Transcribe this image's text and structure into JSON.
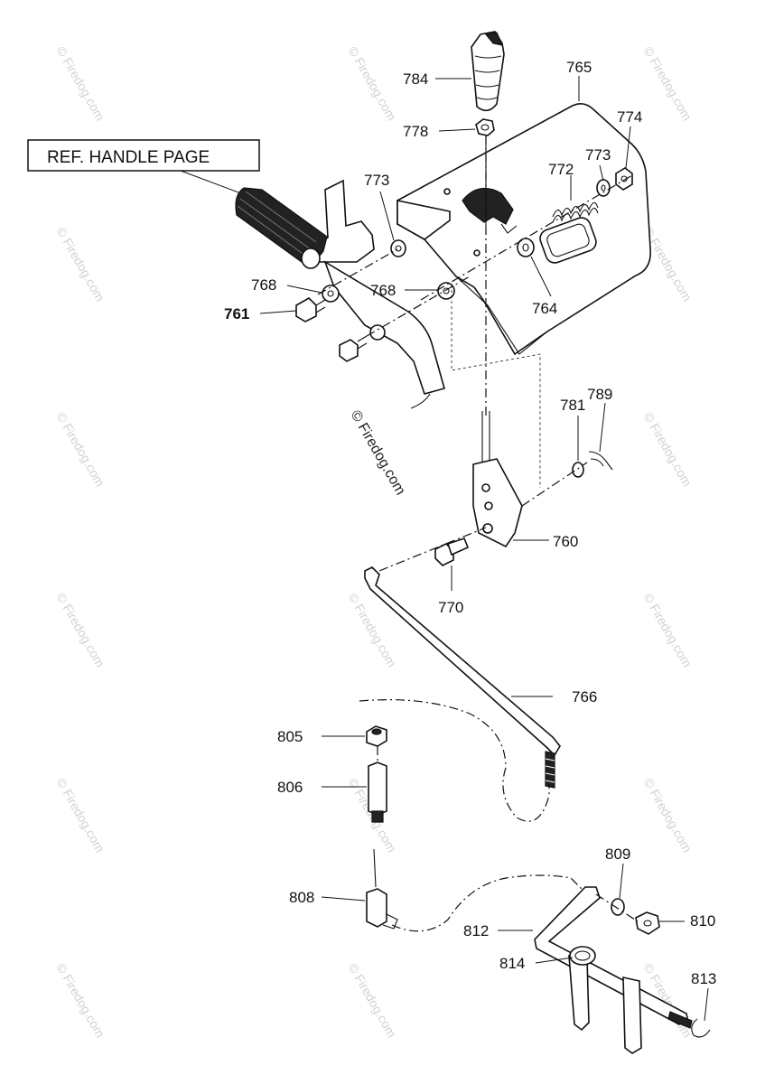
{
  "reference_box": {
    "text": "REF. HANDLE PAGE"
  },
  "watermark": {
    "text": "© Firedog.com"
  },
  "callouts": {
    "p784": "784",
    "p765": "765",
    "p778": "778",
    "p774": "774",
    "p773a": "773",
    "p772": "772",
    "p773b": "773",
    "p768a": "768",
    "p768b": "768",
    "p761": "761",
    "p764": "764",
    "p781": "781",
    "p789": "789",
    "p760": "760",
    "p770": "770",
    "p766": "766",
    "p805": "805",
    "p806": "806",
    "p808": "808",
    "p809": "809",
    "p810": "810",
    "p812": "812",
    "p814": "814",
    "p813": "813"
  },
  "icons": {
    "grip": "handle-grip-icon",
    "knob": "shift-knob-icon",
    "bolt": "bolt-icon",
    "nut": "hex-nut-icon",
    "washer": "washer-icon",
    "spring": "spring-icon",
    "rod": "shift-rod-icon",
    "shaft": "shift-shaft-icon"
  }
}
